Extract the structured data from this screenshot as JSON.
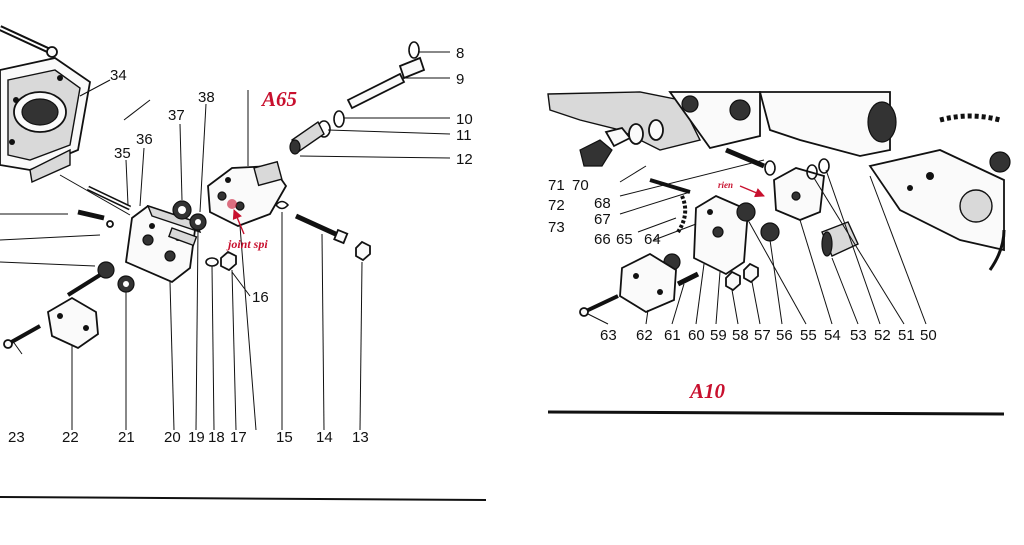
{
  "left_diagram": {
    "title": "A65",
    "annotation": "joint spi",
    "top_labels": [
      "34",
      "38",
      "37",
      "36",
      "35",
      "8",
      "9",
      "10",
      "11",
      "12",
      "16"
    ],
    "bottom_labels": [
      "23",
      "22",
      "21",
      "20",
      "19",
      "18",
      "17",
      "15",
      "14",
      "13"
    ]
  },
  "right_diagram": {
    "title": "A10",
    "annotation": "rien",
    "left_labels": [
      "71",
      "70",
      "72",
      "68",
      "67",
      "73",
      "66",
      "65",
      "64"
    ],
    "bottom_labels": [
      "63",
      "62",
      "61",
      "60",
      "59",
      "58",
      "57",
      "56",
      "55",
      "54",
      "53",
      "52",
      "51",
      "50"
    ]
  },
  "colors": {
    "annotation": "#c8102e",
    "ink": "#111111"
  }
}
